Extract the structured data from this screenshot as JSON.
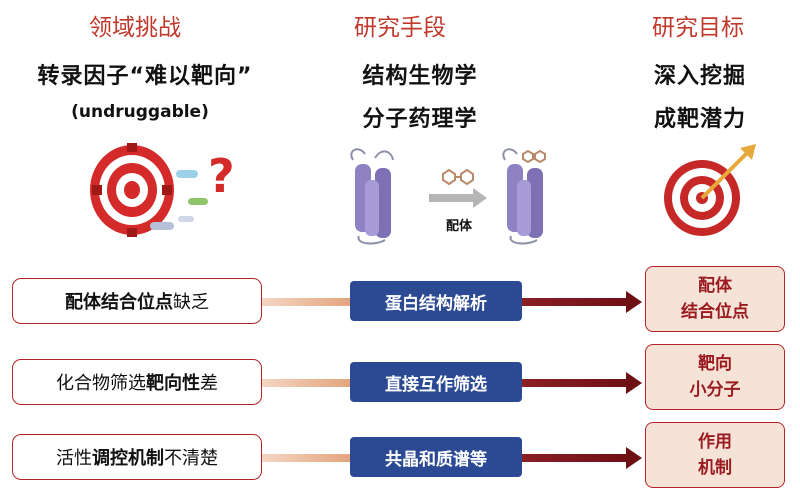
{
  "headers": {
    "domain": "领域挑战",
    "methods": "研究手段",
    "goals": "研究目标"
  },
  "challenge": {
    "line1": "转录因子“难以靶向”",
    "line2": "(undruggable)"
  },
  "methods": {
    "line1": "结构生物学",
    "line2": "分子药理学",
    "ligand_label": "配体"
  },
  "goals": {
    "line1": "深入挖掘",
    "line2": "成靶潜力"
  },
  "rows": [
    {
      "left_bold": "配体结合位点",
      "left_normal": "缺乏",
      "method": "蛋白结构解析",
      "goal_line1": "配体",
      "goal_line2": "结合位点"
    },
    {
      "left_pre": "化合物筛选",
      "left_bold": "靶向性",
      "left_post": "差",
      "method": "直接互作筛选",
      "goal_line1": "靶向",
      "goal_line2": "小分子"
    },
    {
      "left_pre": "活性",
      "left_bold": "调控机制",
      "left_post": "不清楚",
      "method": "共晶和质谱等",
      "goal_line1": "作用",
      "goal_line2": "机制"
    }
  ],
  "colors": {
    "accent_red": "#c0392b",
    "method_blue": "#2c4a94",
    "goal_fill": "#f6e3d8",
    "arrow_dark": "#6e0f14"
  },
  "icons": [
    "target-disc-icon",
    "question-mark-icon",
    "protein-helix-icon",
    "ligand-icon",
    "bullseye-arrow-icon"
  ]
}
